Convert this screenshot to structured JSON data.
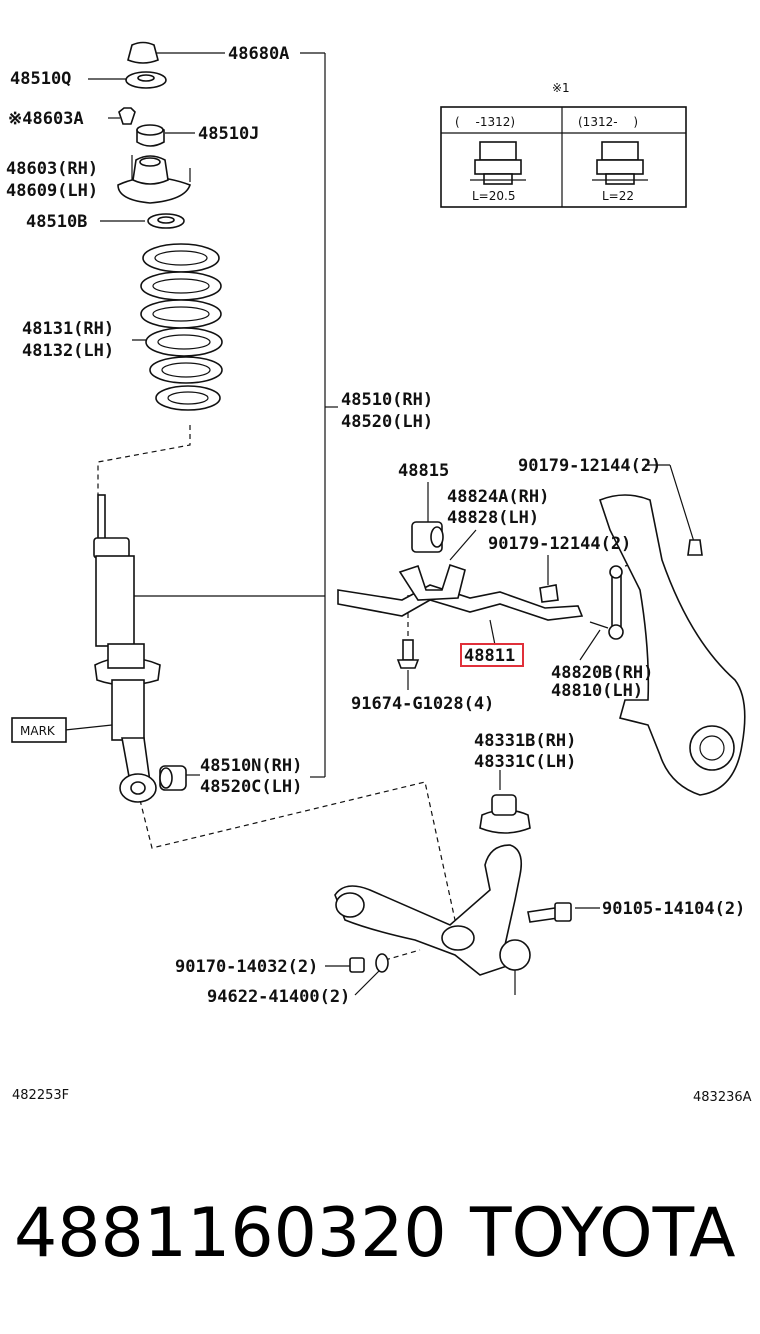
{
  "labels": {
    "l48680A": "48680A",
    "l48510Q": "48510Q",
    "l48603A": "※48603A",
    "l48510J": "48510J",
    "l48603": "48603(RH)",
    "l48609": "48609(LH)",
    "l48510B": "48510B",
    "l48131": "48131(RH)",
    "l48132": "48132(LH)",
    "l48510": "48510(RH)",
    "l48520": "48520(LH)",
    "l48815": "48815",
    "l48824A": "48824A(RH)",
    "l48828": "48828(LH)",
    "l90179a": "90179-12144(2)",
    "l90179b": "90179-12144(2)",
    "l48811": "48811",
    "l48820B": "48820B(RH)",
    "l48810": "48810(LH)",
    "l91674": "91674-G1028(4)",
    "l48331B": "48331B(RH)",
    "l48331C": "48331C(LH)",
    "l48510N": "48510N(RH)",
    "l48520C": "48520C(LH)",
    "l90105": "90105-14104(2)",
    "l90170": "90170-14032(2)",
    "l94622": "94622-41400(2)",
    "mark": "MARK"
  },
  "inset": {
    "note": "※1",
    "col1_header": "(　 -1312)",
    "col2_header": "(1312-　 )",
    "col1_dim": "L=20.5",
    "col2_dim": "L=22"
  },
  "codes": {
    "left": "482253F",
    "right": "483236A"
  },
  "footer": {
    "part_number": "4881160320",
    "brand": "TOYOTA"
  },
  "highlight_color": "#e0303a"
}
